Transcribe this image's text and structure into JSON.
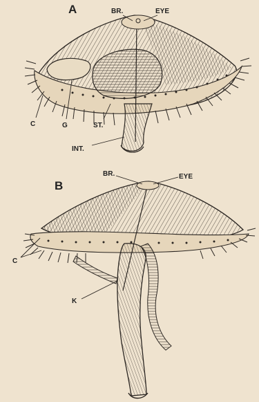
{
  "figure_a": {
    "letter": "A",
    "labels": {
      "br": "BR.",
      "eye": "EYE",
      "c": "C",
      "g": "G",
      "st": "ST.",
      "int": "INT."
    }
  },
  "figure_b": {
    "letter": "B",
    "labels": {
      "br": "BR.",
      "eye": "EYE",
      "c": "C",
      "k": "K"
    }
  },
  "colors": {
    "paper": "#efe3cf",
    "ink": "#2b2622"
  }
}
